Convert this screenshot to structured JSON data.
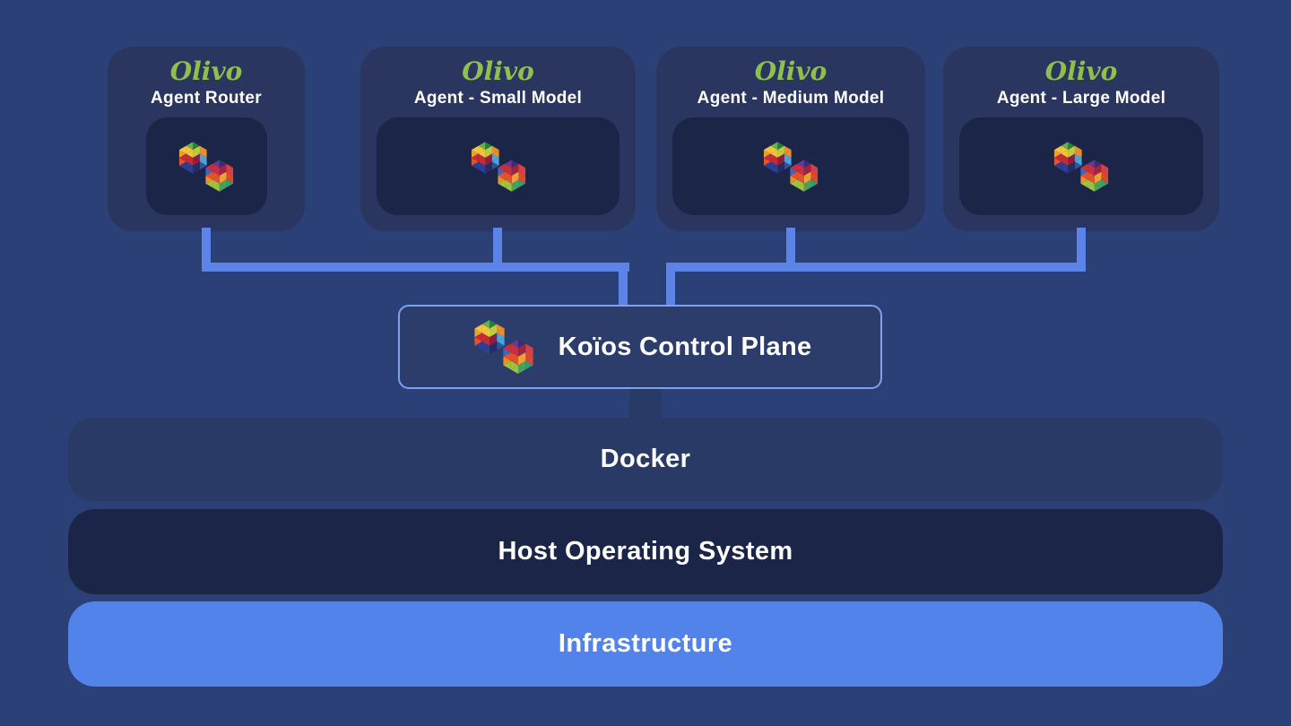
{
  "page": {
    "background_color": "#2c4078",
    "connector_color": "#5b83e8",
    "brand_green": "#8fbf4d"
  },
  "agents": [
    {
      "brand": "Olivo",
      "title": "Agent Router"
    },
    {
      "brand": "Olivo",
      "title": "Agent - Small Model"
    },
    {
      "brand": "Olivo",
      "title": "Agent - Medium Model"
    },
    {
      "brand": "Olivo",
      "title": "Agent - Large Model"
    }
  ],
  "control_plane": {
    "title": "Koïos Control Plane",
    "border_color": "#7ea2f2",
    "fill_color": "#2c3c6b",
    "icon": "koios-hexagon-mosaic-logo"
  },
  "layers": [
    {
      "title": "Docker",
      "color": "#2a3a66"
    },
    {
      "title": "Host Operating System",
      "color": "#1b2547"
    },
    {
      "title": "Infrastructure",
      "color": "#5283ea"
    }
  ],
  "card_colors": {
    "card_background": "#2b3660",
    "logo_box_background": "#1b2547"
  }
}
